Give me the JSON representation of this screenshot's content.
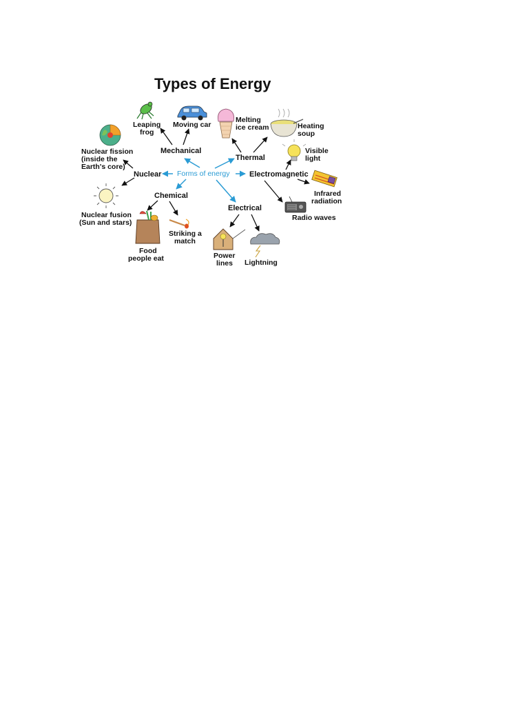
{
  "title": "Types of Energy",
  "center_label": "Forms of energy",
  "categories": {
    "mechanical": "Mechanical",
    "thermal": "Thermal",
    "nuclear": "Nuclear",
    "electromagnetic": "Electromagnetic",
    "chemical": "Chemical",
    "electrical": "Electrical"
  },
  "examples": {
    "leaping_frog": [
      "Leaping",
      "frog"
    ],
    "moving_car": [
      "Moving car"
    ],
    "melting_ice_cream": [
      "Melting",
      "ice cream"
    ],
    "heating_soup": [
      "Heating",
      "soup"
    ],
    "nuclear_fission": [
      "Nuclear fission",
      "(inside the",
      "Earth's core)"
    ],
    "visible_light": [
      "Visible",
      "light"
    ],
    "nuclear_fusion": [
      "Nuclear fusion",
      "(Sun and stars)"
    ],
    "infrared_radiation": [
      "Infrared",
      "radiation"
    ],
    "radio_waves": [
      "Radio waves"
    ],
    "striking_match": [
      "Striking a",
      "match"
    ],
    "food_people_eat": [
      "Food",
      "people eat"
    ],
    "power_lines": [
      "Power",
      "lines"
    ],
    "lightning": [
      "Lightning"
    ]
  },
  "colors": {
    "center_arrows": "#2a9bd4",
    "text": "#111111"
  }
}
